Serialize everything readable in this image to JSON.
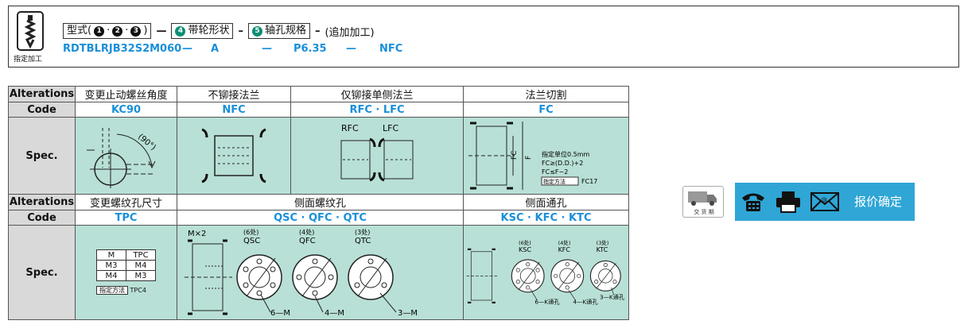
{
  "order": {
    "icon_caption": "指定加工",
    "row1": {
      "type_label_prefix": "型式(",
      "type_nums": [
        "1",
        "2",
        "3"
      ],
      "type_sep": "·",
      "type_label_suffix": ")",
      "pulley_num": "4",
      "pulley_label": "带轮形状",
      "bore_num": "5",
      "bore_label": "轴孔规格",
      "extra_label": "(追加加工)",
      "dash": "—",
      "dash_thin": "–"
    },
    "row2": {
      "part_number": "RDTBLRJB32S2M060",
      "dash": "—",
      "shape": "A",
      "bore": "P6.35",
      "option": "NFC"
    }
  },
  "table": {
    "alterations_label": "Alterations",
    "code_label": "Code",
    "spec_label": "Spec.",
    "section1": {
      "headers": [
        "变更止动螺丝角度",
        "不铆接法兰",
        "仅铆接单侧法兰",
        "法兰切割"
      ],
      "codes": [
        "KC90",
        "NFC",
        "RFC · LFC",
        "FC"
      ],
      "kc90_angle": "(90°)",
      "rfc_label": "RFC",
      "lfc_label": "LFC",
      "fc_label": "FC",
      "f_label": "F",
      "fc_notes": [
        "指定单位0.5mm",
        "FC≥(D.D.)+2",
        "FC≤F−2"
      ],
      "fc_method": "指定方法",
      "fc_method_code": "FC17"
    },
    "section2": {
      "headers": [
        "变更螺纹孔尺寸",
        "侧面螺纹孔",
        "侧面通孔"
      ],
      "codes": [
        "TPC",
        "QSC · QFC · QTC",
        "KSC · KFC · KTC"
      ],
      "tpc_table": {
        "columns": [
          "M",
          "TPC"
        ],
        "rows": [
          [
            "M3",
            "M4"
          ],
          [
            "M4",
            "M3"
          ]
        ]
      },
      "tpc_method": "指定方法",
      "tpc_method_code": "TPC4",
      "mx2_label": "M×2",
      "tap_counts": [
        "(6处)",
        "(4处)",
        "(3处)"
      ],
      "tap_codes": [
        "QSC",
        "QFC",
        "QTC"
      ],
      "tap_callouts": [
        "6—M",
        "4—M",
        "3—M"
      ],
      "thru_counts": [
        "(6处)",
        "(4处)",
        "(3处)"
      ],
      "thru_codes": [
        "KSC",
        "KFC",
        "KTC"
      ],
      "thru_callouts": [
        "6—K通孔",
        "4—K通孔",
        "3—K通孔"
      ]
    }
  },
  "contact": {
    "truck_label": "交 货 期",
    "quote_label": "报价确定"
  },
  "colors": {
    "accent_blue": "#1a8fd8",
    "spec_bg": "#b8e0d6",
    "header_gray": "#d9d9d9",
    "contact_blue": "#2fa6d6"
  }
}
